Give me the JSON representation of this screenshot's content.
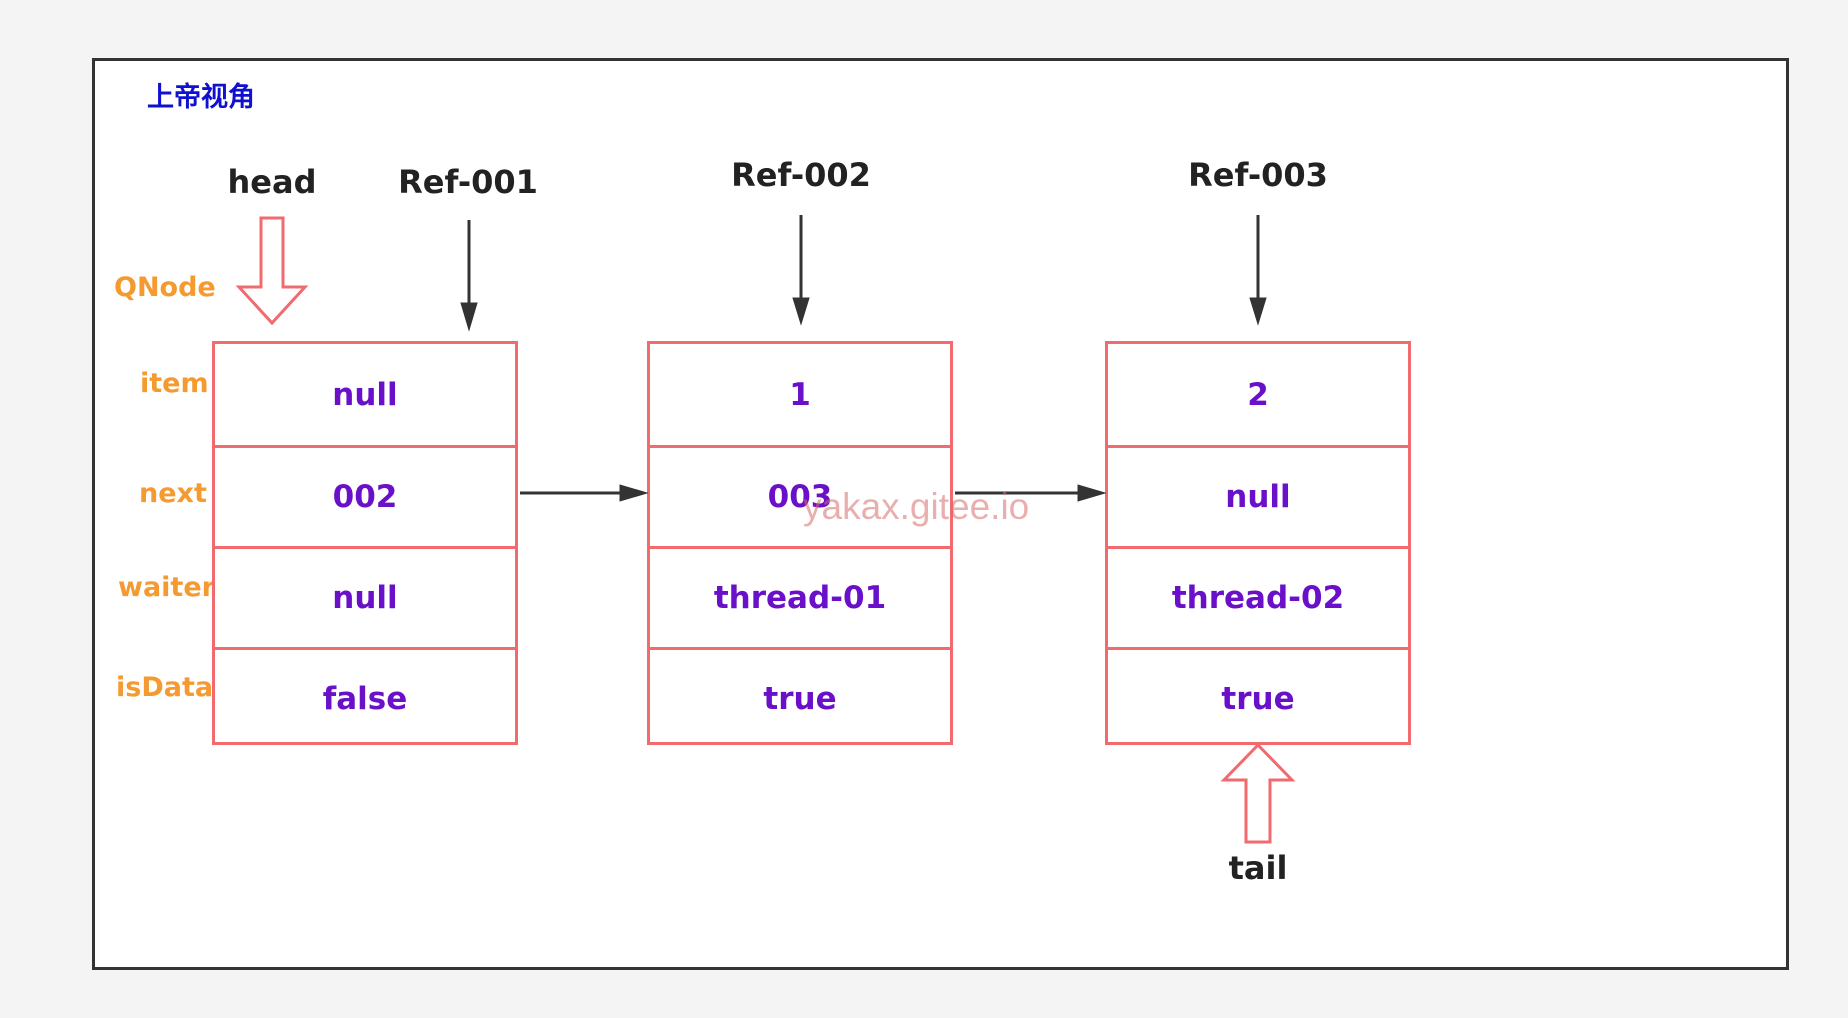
{
  "title": "上帝视角",
  "node_type_label": "QNode",
  "field_labels": [
    "item",
    "next",
    "waiter",
    "isData"
  ],
  "pointers": {
    "head": "head",
    "tail": "tail"
  },
  "nodes": [
    {
      "ref": "Ref-001",
      "cells": [
        "null",
        "002",
        "null",
        "false"
      ]
    },
    {
      "ref": "Ref-002",
      "cells": [
        "1",
        "003",
        "thread-01",
        "true"
      ]
    },
    {
      "ref": "Ref-003",
      "cells": [
        "2",
        "null",
        "thread-02",
        "true"
      ]
    }
  ],
  "watermark": "yakax.gitee.io",
  "colors": {
    "title": "#1010d0",
    "field_label": "#f59a30",
    "cell_value": "#6a10c8",
    "node_border": "#f06a6e",
    "pointer_arrow": "#f06a6e",
    "ref_arrow": "#333333"
  }
}
